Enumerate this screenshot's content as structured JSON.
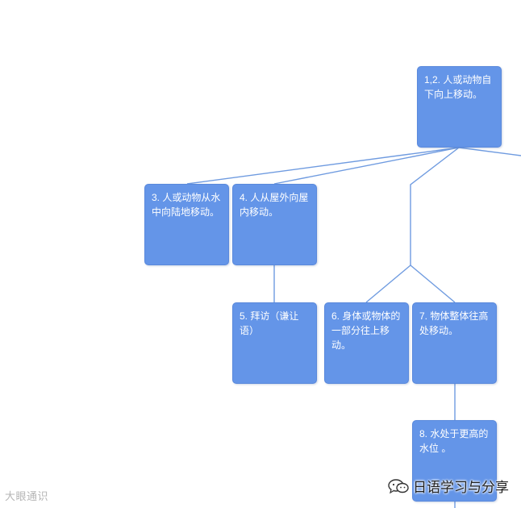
{
  "nodes": {
    "n1": "1,2. 人或动物自下向上移动。",
    "n3": "3. 人或动物从水中向陆地移动。",
    "n4": "4. 人从屋外向屋内移动。",
    "n5": "5. 拜访（谦让语）",
    "n6": "6. 身体或物体的一部分往上移动。",
    "n7": "7. 物体整体往高处移动。",
    "n8": "8. 水处于更高的水位 。"
  },
  "watermarks": {
    "left": "大眼通识",
    "right": "日语学习与分享",
    "right_icon": "wechat-icon"
  },
  "colors": {
    "node_fill": "#6495e8",
    "connector": "#6f9be0",
    "node_text": "#ffffff"
  }
}
